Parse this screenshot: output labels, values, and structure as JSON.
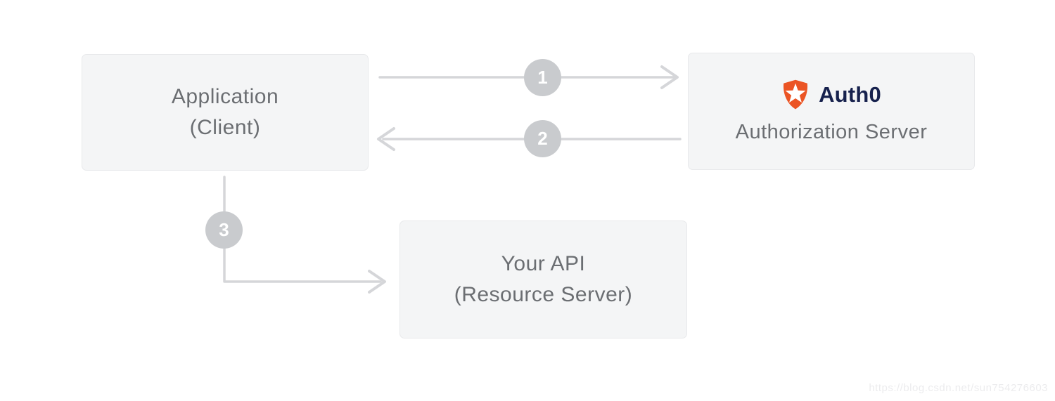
{
  "diagram": {
    "application_box": {
      "line1": "Application",
      "line2": "(Client)"
    },
    "auth0_box": {
      "brand": "Auth0",
      "label": "Authorization Server"
    },
    "api_box": {
      "line1": "Your API",
      "line2": "(Resource Server)"
    },
    "steps": [
      {
        "number": "1"
      },
      {
        "number": "2"
      },
      {
        "number": "3"
      }
    ],
    "colors": {
      "box_fill": "#f4f5f6",
      "box_border": "#e8e9eb",
      "box_text": "#6b6e72",
      "line": "#d5d6d9",
      "circle": "#c9cbce",
      "circle_text": "#ffffff",
      "brand_orange": "#eb5424",
      "brand_navy": "#16214d",
      "watermark": "#ececee"
    }
  },
  "watermark": {
    "text": "https://blog.csdn.net/sun754276603"
  }
}
